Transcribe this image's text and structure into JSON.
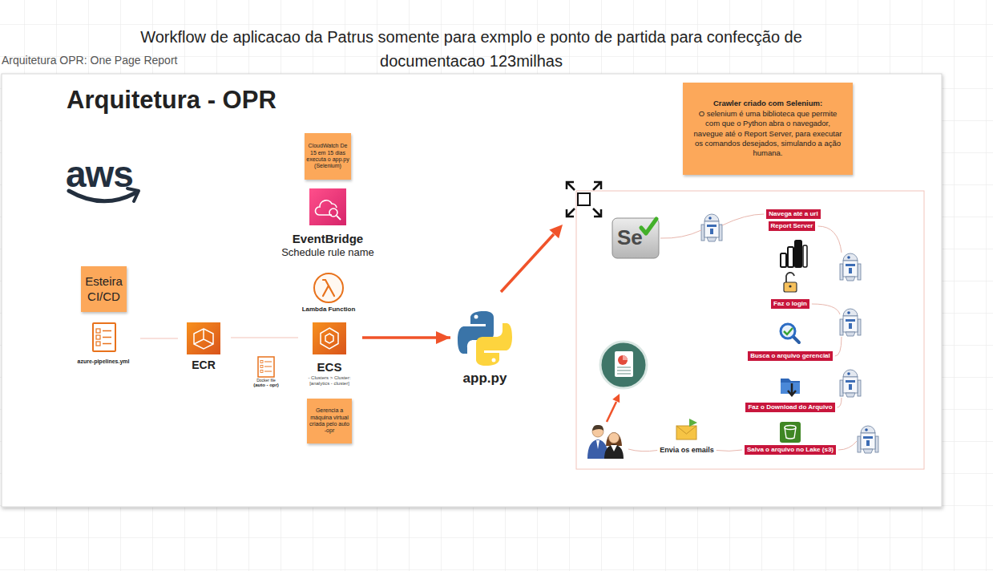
{
  "diagram": {
    "title": "Arquitetura - OPR",
    "nodes": [
      {
        "text": [
          "Arquitetura OPR: One Page Report"
        ]
      },
      {
        "text": [
          "Esteira CI/CD"
        ],
        "in": 0
      },
      {
        "text": [
          "azure-pipelines.yml"
        ],
        "in": 0
      },
      {
        "text": [
          "ECR"
        ],
        "in": 0
      },
      {
        "text": [
          "Docker file",
          "(auto - opr)"
        ],
        "in": 0
      },
      {
        "text": [
          "CloudWatch De 15 em 15 dias executa o app.py (Selenium)"
        ],
        "in": 0
      },
      {
        "text": [
          "EventBridge",
          "Schedule rule name"
        ],
        "in": 0
      },
      {
        "text": [
          "Lambda Function"
        ],
        "in": 0
      },
      {
        "text": [
          "ECS",
          "- Clusters > Cluster: [analytics - cluster]"
        ],
        "in": 0
      },
      {
        "text": [
          "Gerencia a máquina virtual criada pelo auto -opr"
        ],
        "in": 0
      },
      {
        "text": [
          "app.py"
        ],
        "in": 0
      },
      {
        "text": [
          "Crawler criado com Selenium:",
          "O selenium é uma biblioteca que permite com que o Python abra o navegador, navegue até o Report Server, para executar os comandos desejados, simulando a ação humana."
        ],
        "in": 0
      },
      {
        "text": [
          "Navega até a url"
        ],
        "in": 0
      },
      {
        "text": [
          "Report Server"
        ],
        "in": 0
      },
      {
        "text": [
          "Faz o login"
        ],
        "in": 0
      },
      {
        "text": [
          "Busca o arquivo gerencial"
        ],
        "in": 0
      },
      {
        "text": [
          "Faz o Download do Arquivo"
        ],
        "in": 0
      },
      {
        "text": [
          "Salva o arquivo no Lake (s3)"
        ],
        "in": 0
      }
    ],
    "edges": [
      {
        "from": 2,
        "to": 3,
        "arrow": "none"
      },
      {
        "from": 3,
        "to": 8,
        "arrow": "none"
      },
      {
        "from": 8,
        "to": 10,
        "arrow": "to"
      }
    ],
    "labels": [
      "Workflow de aplicacao da Patrus somente para exmplo e ponto de partida para confecção de documentacao 123milhas",
      "aws",
      "Se",
      "Envia os emails"
    ]
  }
}
